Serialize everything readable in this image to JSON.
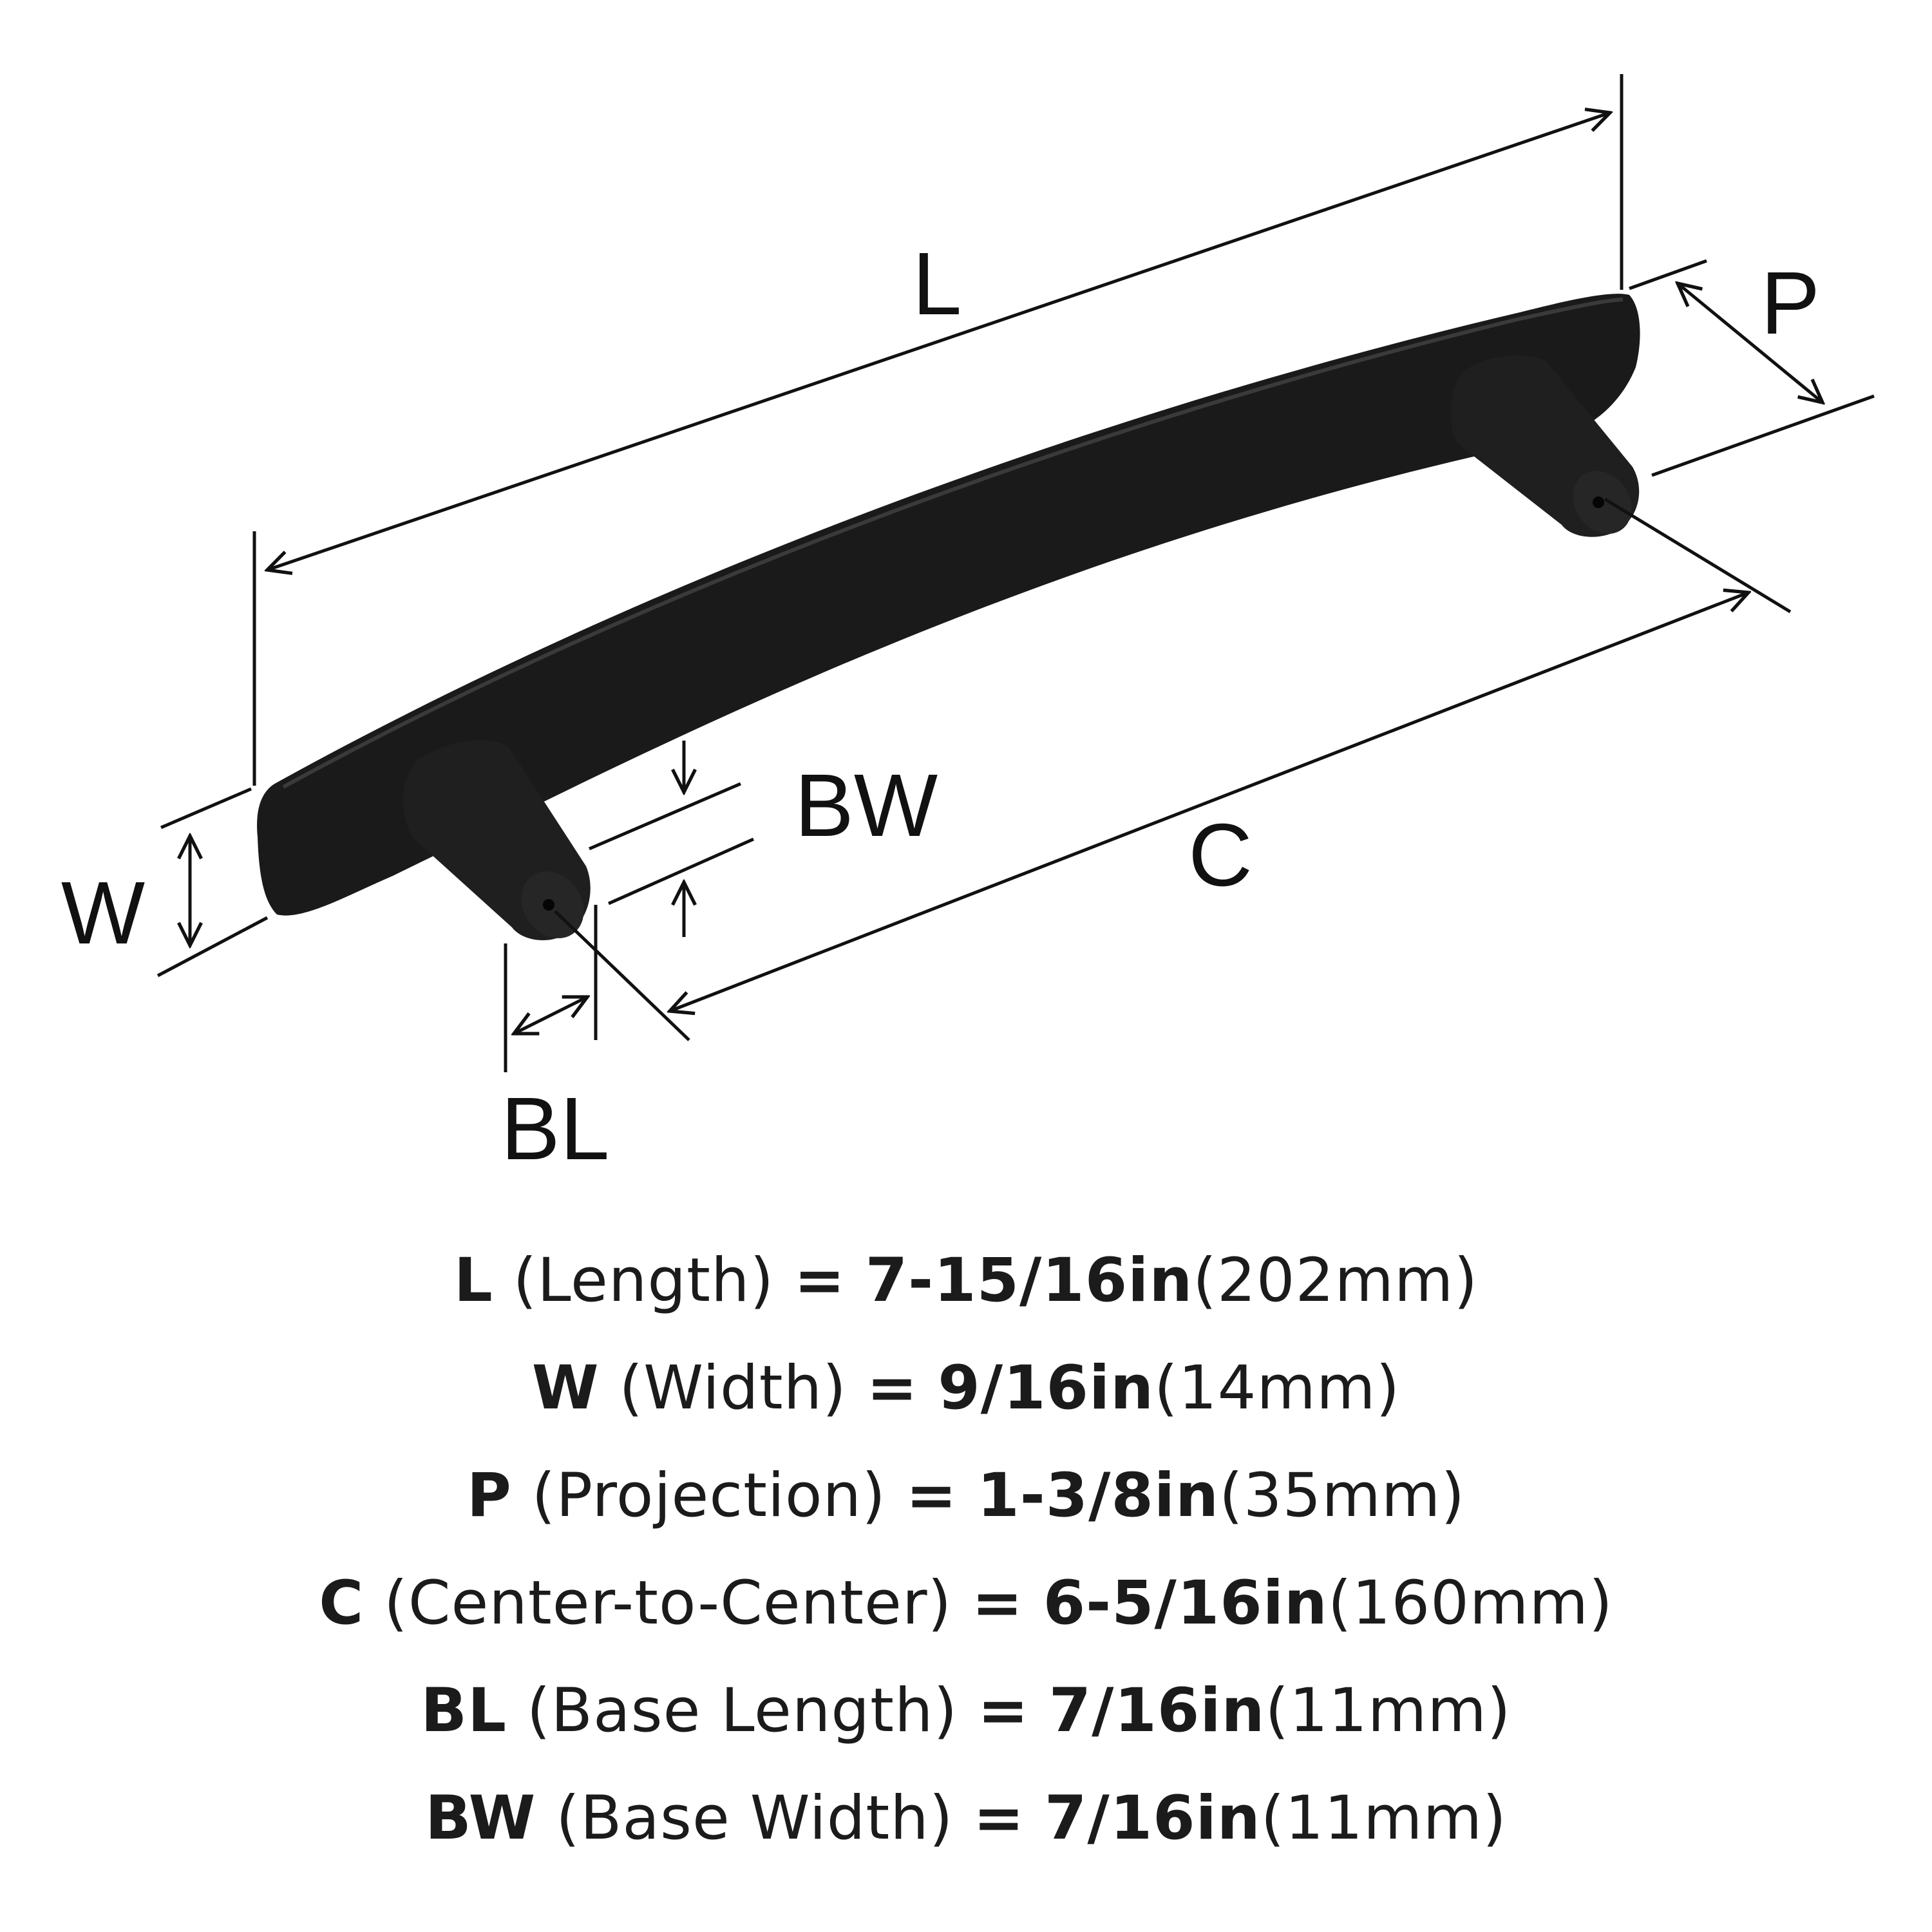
{
  "diagram": {
    "colors": {
      "ink": "#111111",
      "handle": "#1a1a1a",
      "text": "#1b1b1b"
    },
    "dimension_labels": {
      "L": "L",
      "P": "P",
      "BW": "BW",
      "W": "W",
      "C": "C",
      "BL": "BL"
    }
  },
  "specs": [
    {
      "code": "L",
      "name": "(Length)",
      "eq": "=",
      "imperial": "7-15/16in",
      "metric": "(202mm)"
    },
    {
      "code": "W",
      "name": "(Width)",
      "eq": "=",
      "imperial": "9/16in",
      "metric": "(14mm)"
    },
    {
      "code": "P",
      "name": "(Projection)",
      "eq": "=",
      "imperial": "1-3/8in",
      "metric": "(35mm)"
    },
    {
      "code": "C",
      "name": "(Center-to-Center)",
      "eq": "=",
      "imperial": "6-5/16in",
      "metric": "(160mm)"
    },
    {
      "code": "BL",
      "name": "(Base Length)",
      "eq": "=",
      "imperial": "7/16in",
      "metric": "(11mm)"
    },
    {
      "code": "BW",
      "name": "(Base Width)",
      "eq": "=",
      "imperial": "7/16in",
      "metric": "(11mm)"
    }
  ]
}
